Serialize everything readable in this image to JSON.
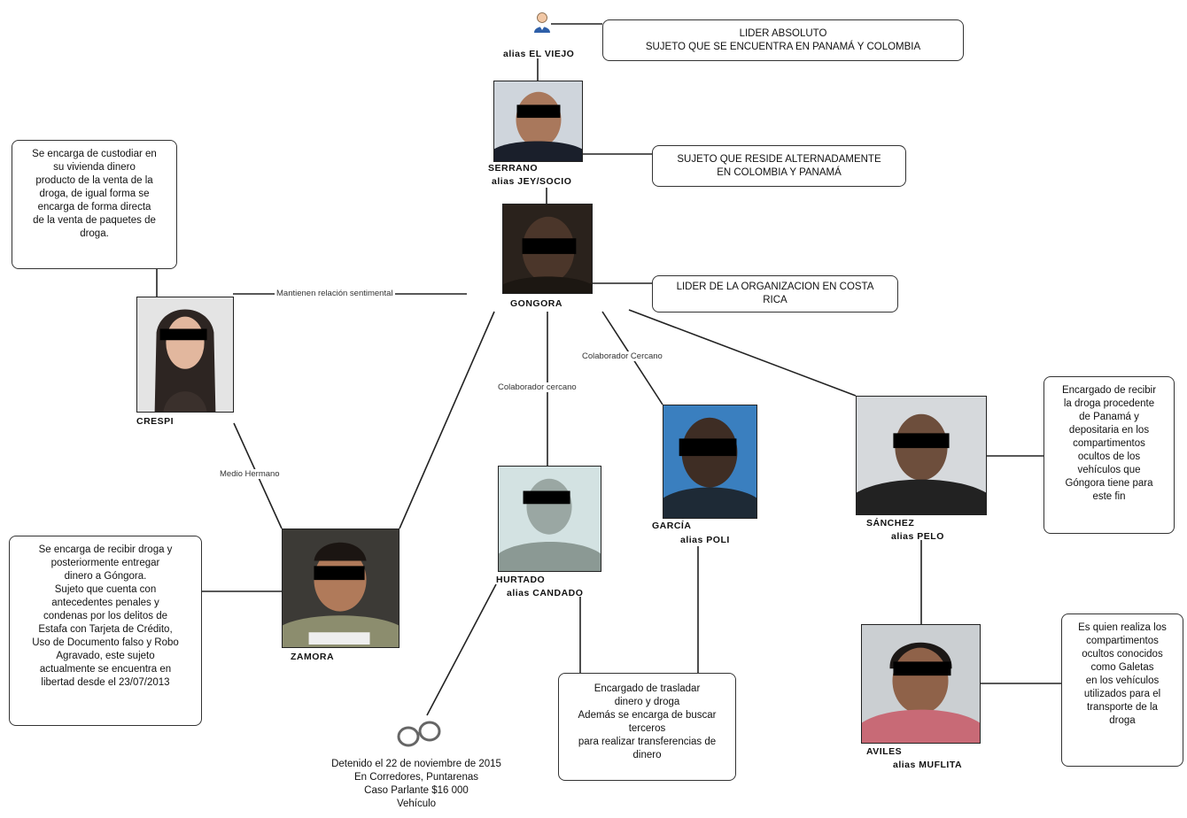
{
  "diagram": {
    "nodes": {
      "el_viejo": {
        "alias": "alias EL VIEJO",
        "note": "LIDER ABSOLUTO\nSUJETO QUE SE ENCUENTRA EN PANAMÁ Y COLOMBIA",
        "icon": "person-icon"
      },
      "serrano": {
        "name": "SERRANO",
        "alias": "alias JEY/SOCIO",
        "note": "SUJETO QUE RESIDE ALTERNADAMENTE\nEN COLOMBIA Y PANAMÁ"
      },
      "gongora": {
        "name": "GONGORA",
        "note": "LIDER DE LA ORGANIZACION EN COSTA\nRICA"
      },
      "crespi": {
        "name": "CRESPI",
        "note": "Se encarga de custodiar en\nsu vivienda dinero\nproducto de la venta de la\ndroga, de igual forma se\nencarga de forma directa\nde la venta de paquetes de\ndroga."
      },
      "zamora": {
        "name": "ZAMORA",
        "note": "Se encarga de recibir droga y\nposteriormente entregar\ndinero a        Góngora.\nSujeto que cuenta con\nantecedentes penales  y\ncondenas por los delitos de\nEstafa con Tarjeta de Crédito,\nUso de Documento falso y Robo\nAgravado, este sujeto\nactualmente se encuentra en\nlibertad desde el 23/07/2013"
      },
      "hurtado": {
        "name": "HURTADO",
        "alias": "alias CANDADO",
        "detention": "Detenido el 22 de noviembre de 2015\nEn Corredores, Puntarenas\nCaso Parlante $16 000\nVehículo"
      },
      "garcia": {
        "name": "GARCÍA",
        "alias": "alias POLI",
        "note": "Encargado de trasladar\ndinero y droga\nAdemás se encarga de buscar\nterceros\npara realizar transferencias de\ndinero"
      },
      "sanchez": {
        "name": "SÁNCHEZ",
        "alias": "alias PELO",
        "note": "Encargado de recibir\nla droga procedente\nde Panamá y\ndepositaria en los\ncompartimentos\nocultos de los\nvehículos que\nGóngora tiene para\neste fin"
      },
      "aviles": {
        "name": "AVILES",
        "alias": "alias MUFLITA",
        "note": "Es quien realiza los\ncompartimentos\nocultos conocidos\ncomo Galetas\nen los vehículos\nutilizados para el\ntransporte de la\ndroga"
      }
    },
    "edges": {
      "crespi_gongora": "Mantienen relación sentimental",
      "crespi_zamora": "Medio Hermano",
      "gongora_hurtado": "Colaborador cercano",
      "gongora_garcia": "Colaborador Cercano"
    },
    "handcuffs_icon": "handcuffs-icon"
  }
}
